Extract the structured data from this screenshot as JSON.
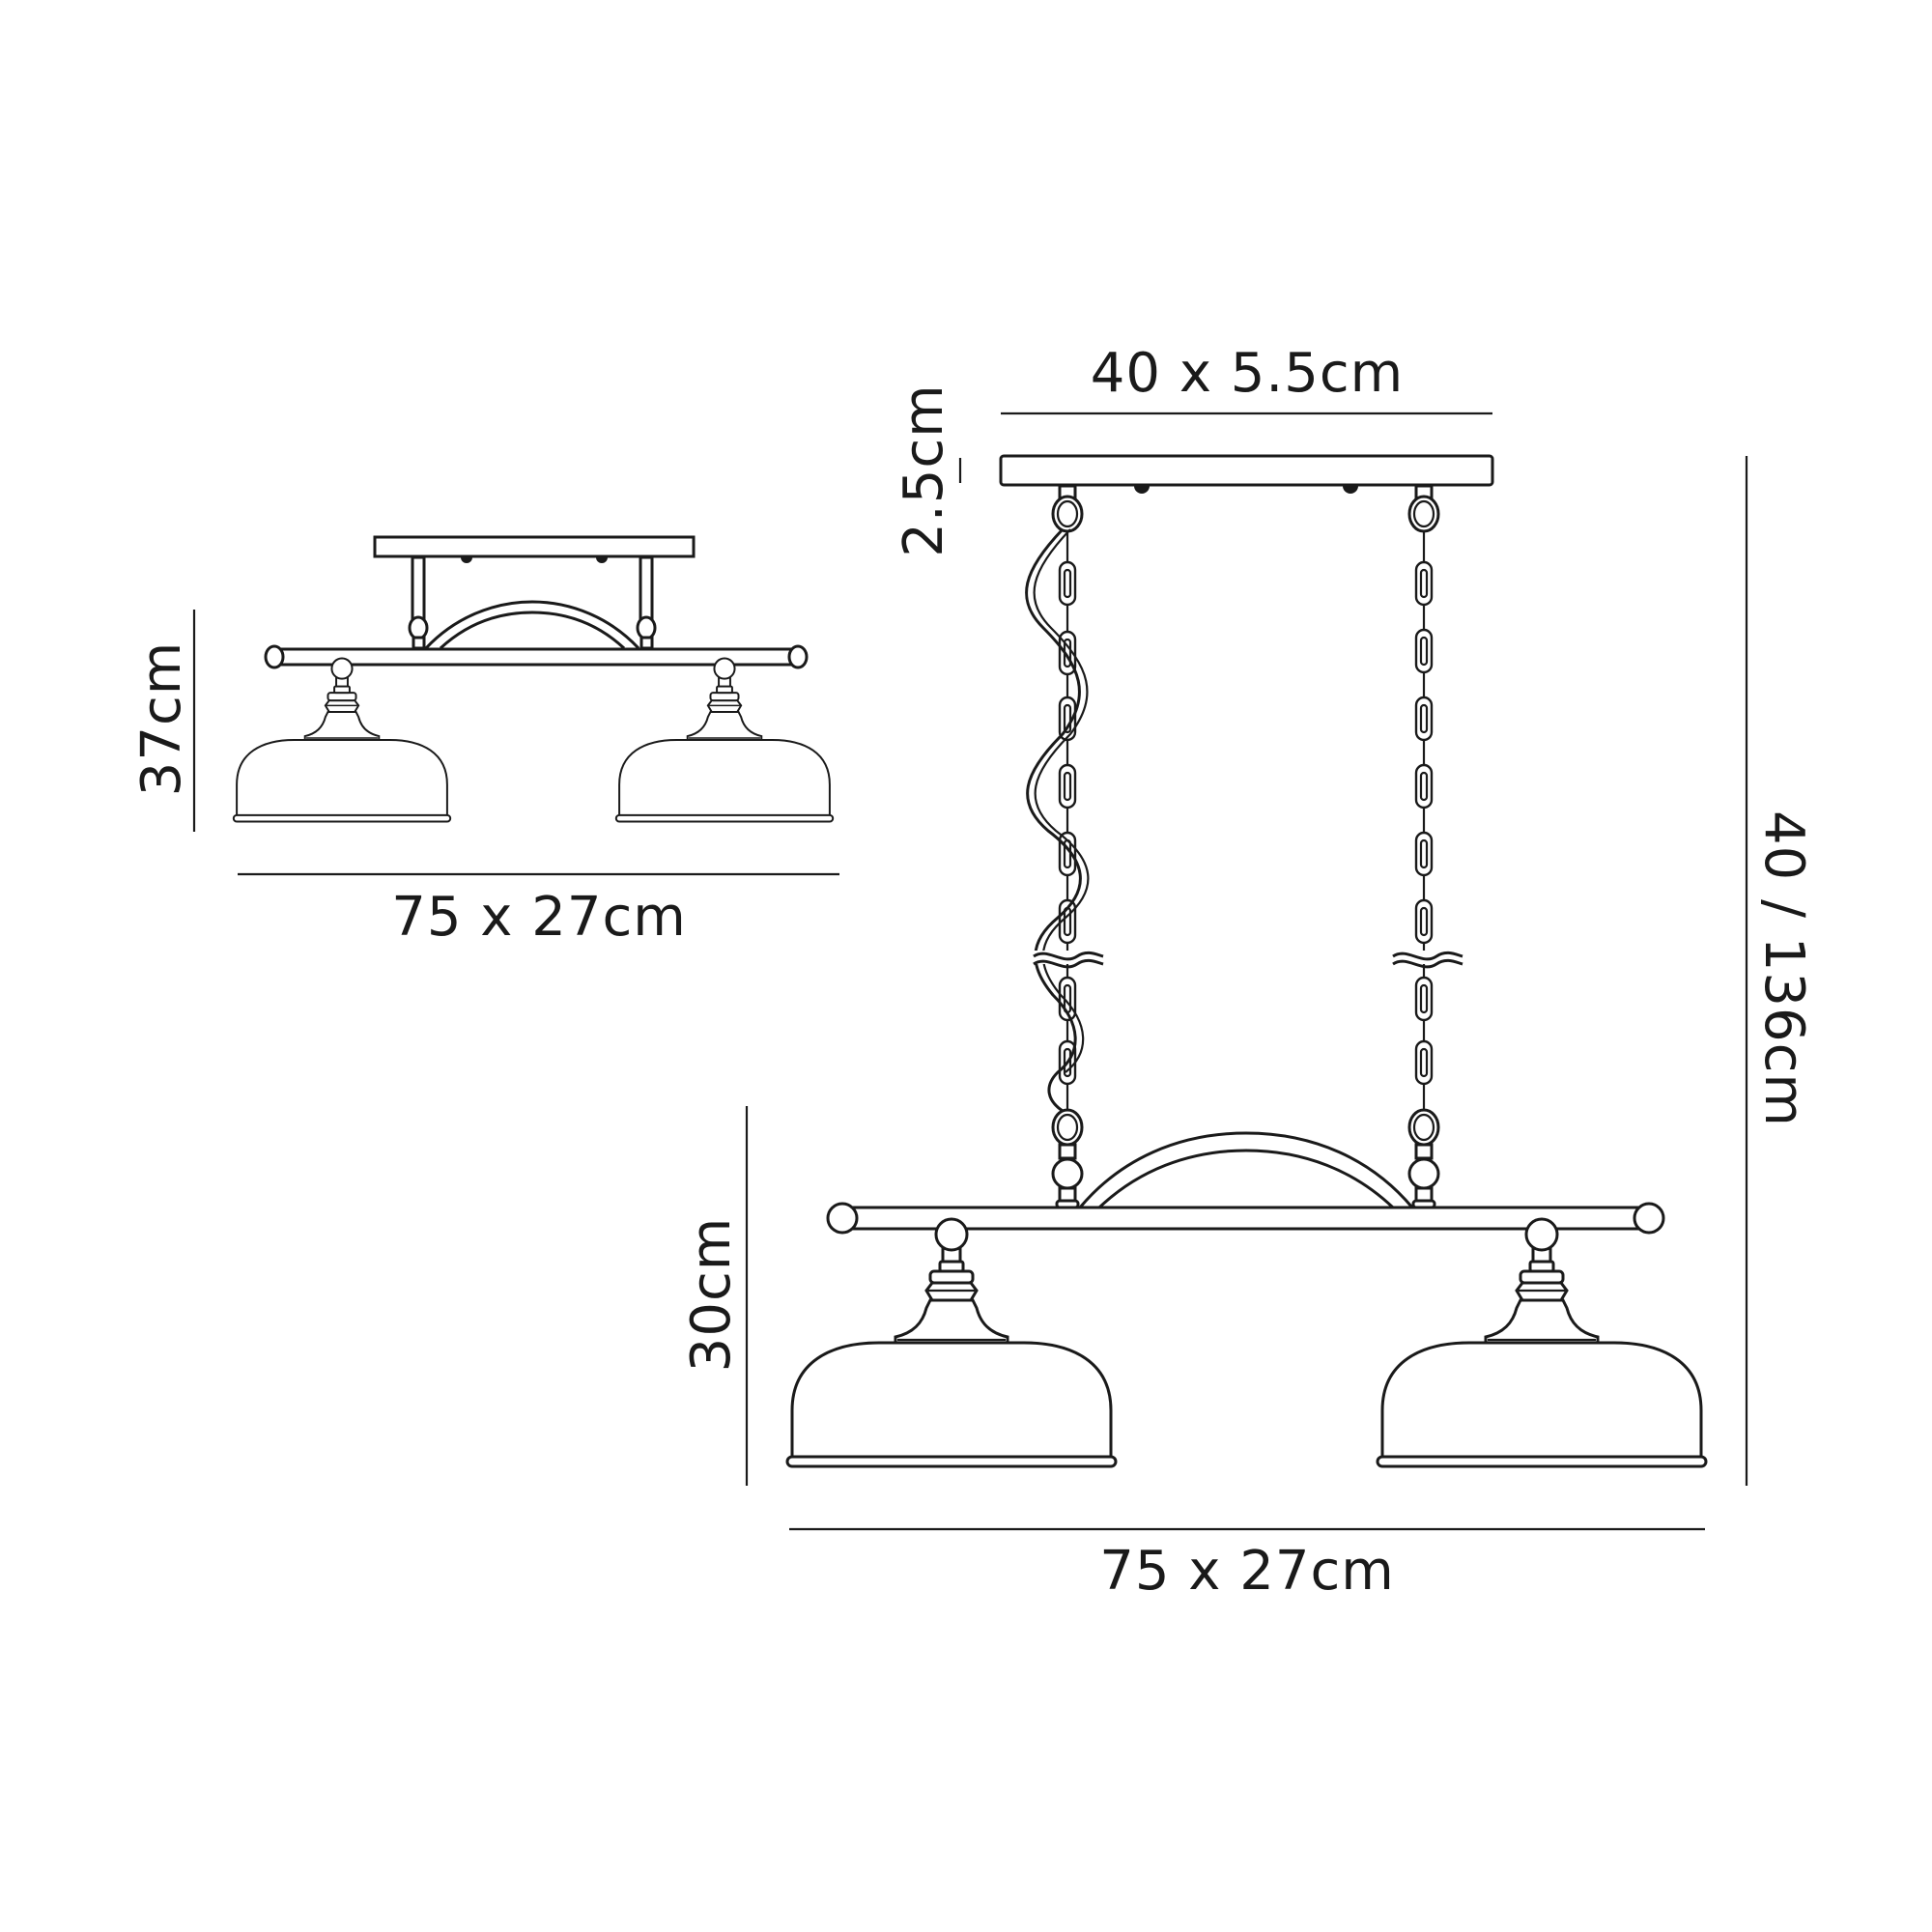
{
  "diagram": {
    "subject": "Two-light pendant / semi-flush ceiling fixture dimension drawing",
    "flush_view": {
      "height_label": "37cm",
      "width_label": "75 x 27cm"
    },
    "pendant_view": {
      "ceiling_plate_label": "40 x 5.5cm",
      "ceiling_plate_depth_label": "2.5cm",
      "overall_drop_label": "40 / 136cm",
      "body_height_label": "30cm",
      "width_label": "75 x 27cm"
    },
    "colors": {
      "line": "#1a1a1a",
      "background": "#ffffff"
    }
  }
}
